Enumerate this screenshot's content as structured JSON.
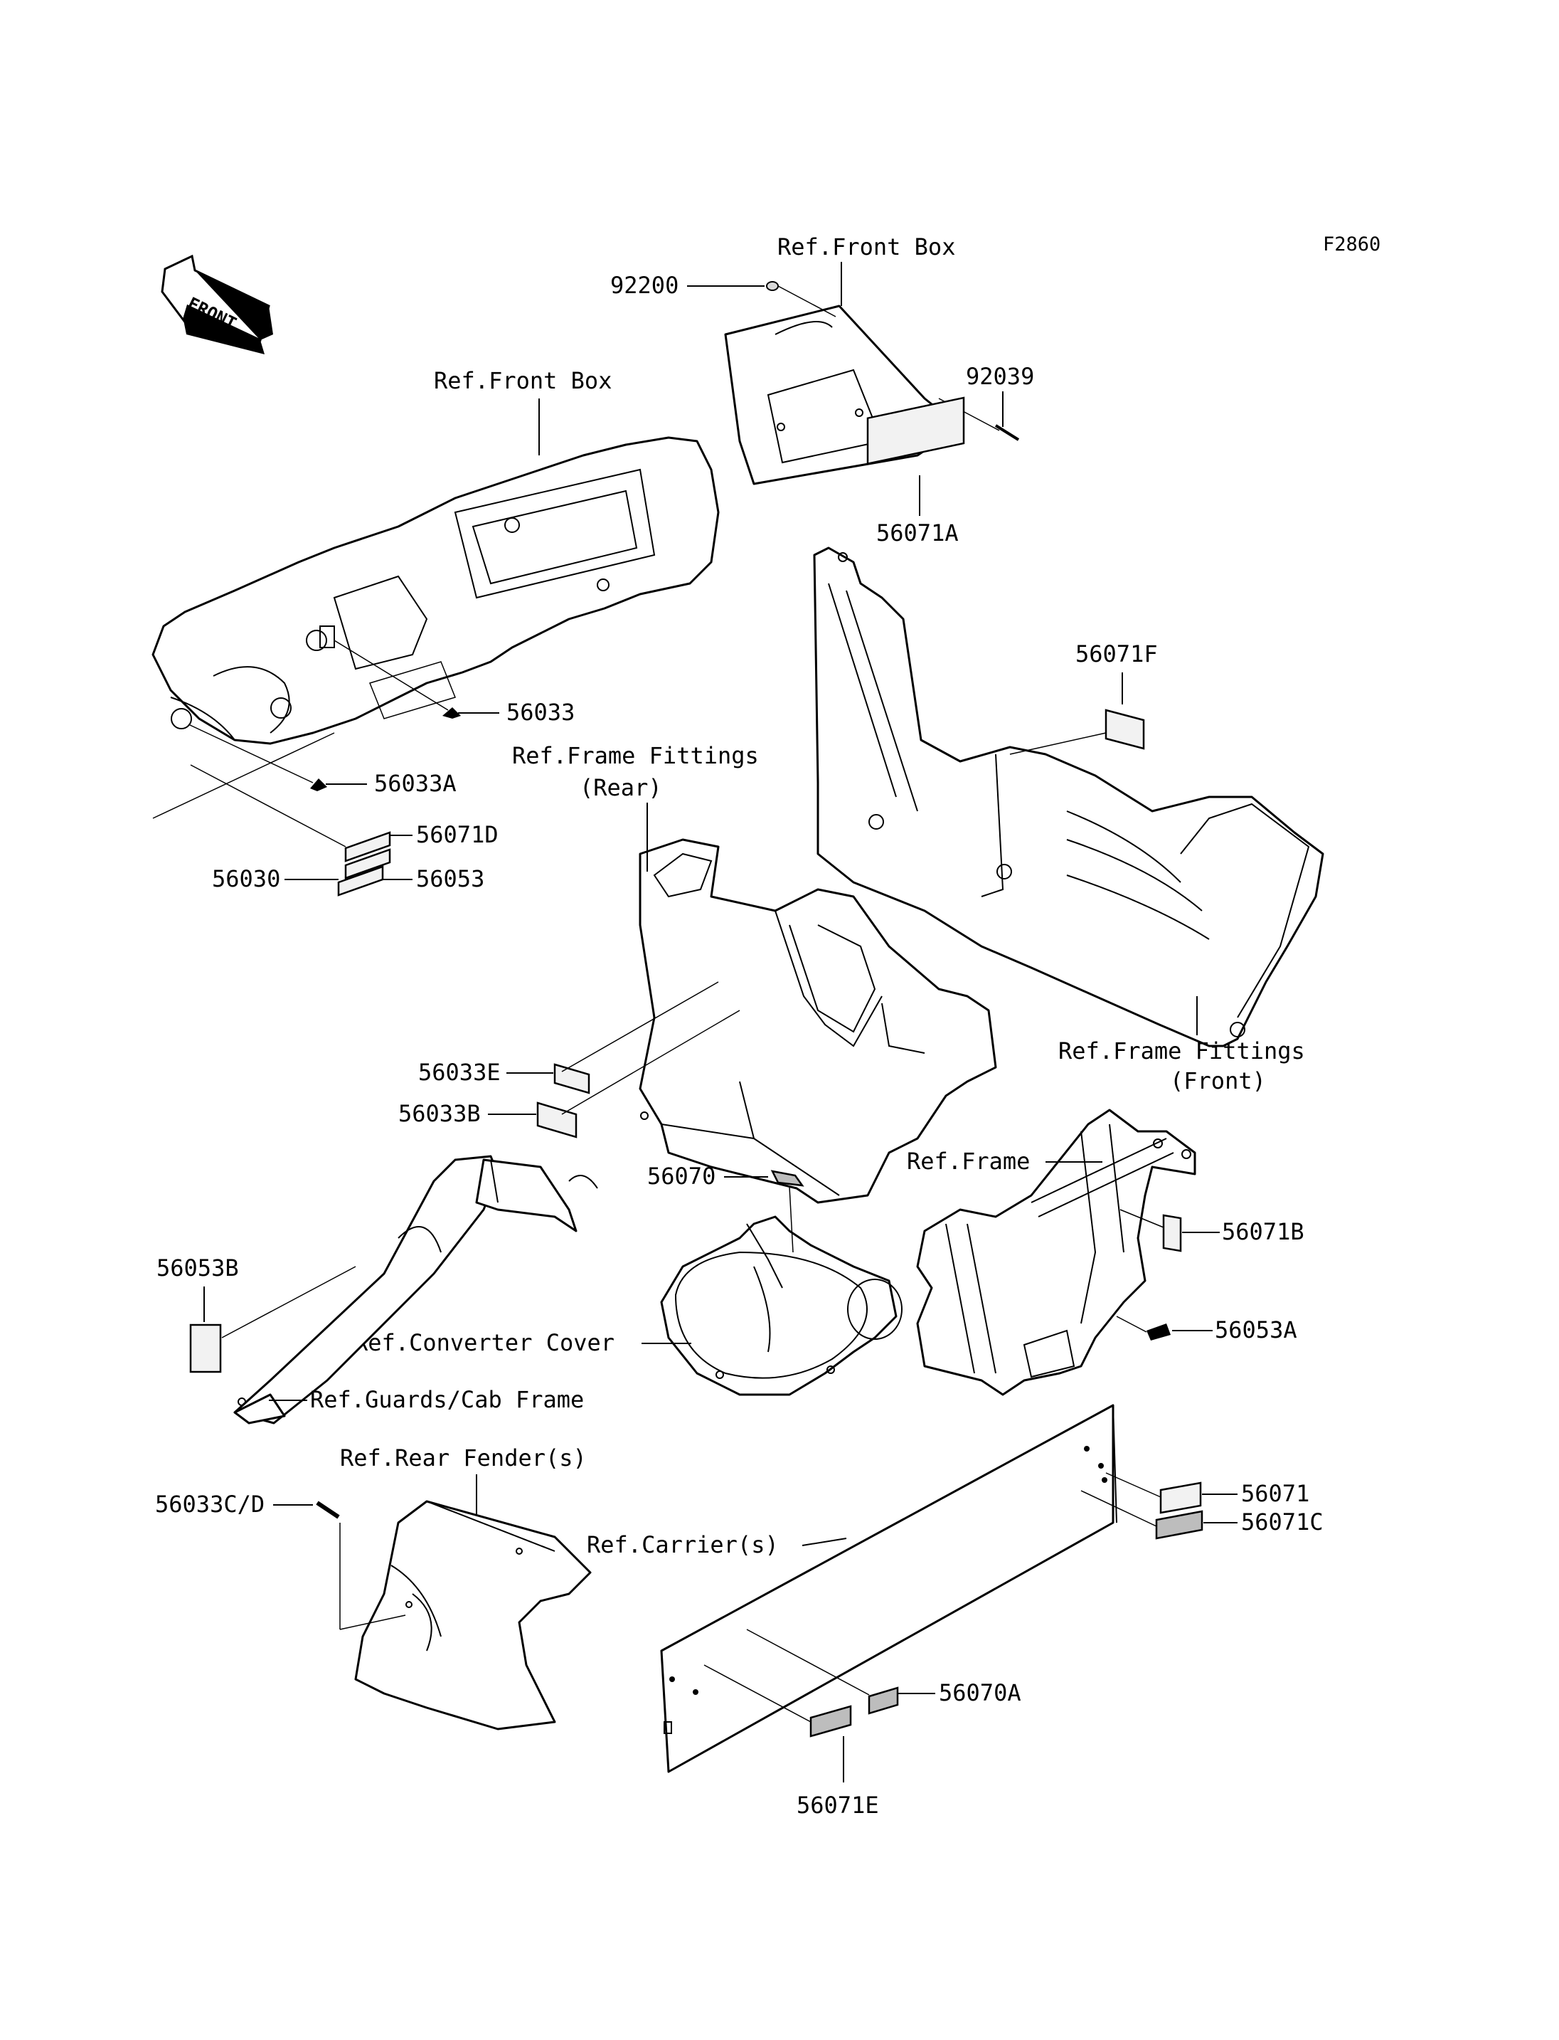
{
  "figure_code": "F2860",
  "front_arrow": {
    "text": "FRONT",
    "icon": "front-direction-arrow-icon"
  },
  "ref_labels": {
    "front_box_top": "Ref.Front Box",
    "front_box_left": "Ref.Front Box",
    "frame_fittings_rear_1": "Ref.Frame Fittings",
    "frame_fittings_rear_2": "(Rear)",
    "frame_fittings_front_1": "Ref.Frame Fittings",
    "frame_fittings_front_2": "(Front)",
    "frame": "Ref.Frame",
    "converter_cover": "Ref.Converter Cover",
    "guards_cab_frame": "Ref.Guards/Cab Frame",
    "rear_fender": "Ref.Rear Fender(s)",
    "carrier": "Ref.Carrier(s)"
  },
  "part_numbers": {
    "p92200": "92200",
    "p92039": "92039",
    "p56071A": "56071A",
    "p56071F": "56071F",
    "p56033": "56033",
    "p56033A": "56033A",
    "p56071D": "56071D",
    "p56030": "56030",
    "p56053": "56053",
    "p56033E": "56033E",
    "p56033B": "56033B",
    "p56070": "56070",
    "p56071B": "56071B",
    "p56053B": "56053B",
    "p56053A": "56053A",
    "p56071": "56071",
    "p56071C": "56071C",
    "p56033CD": "56033C/D",
    "p56070A": "56070A",
    "p56071E": "56071E"
  }
}
